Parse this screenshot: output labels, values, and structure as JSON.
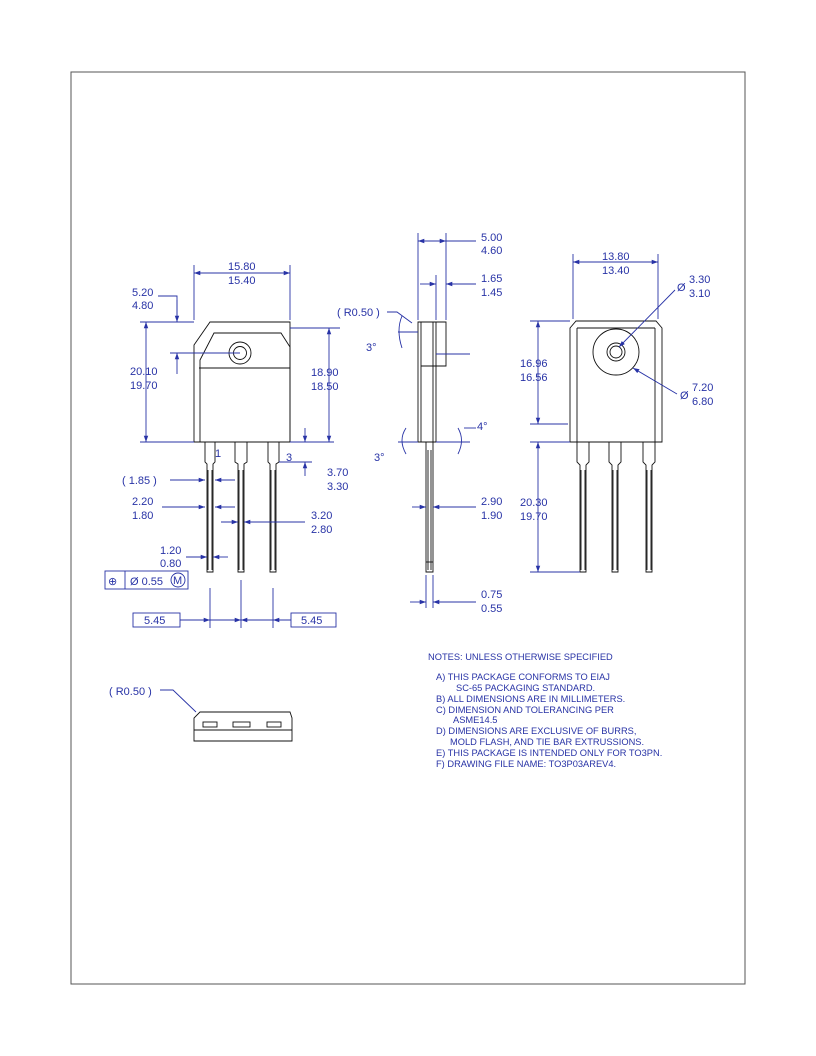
{
  "colors": {
    "frame": "#555555",
    "ink": "#2833a6",
    "outline": "#111111"
  },
  "front_view": {
    "width_top": "15.80",
    "width_bottom": "15.40",
    "hole_top": "5.20",
    "hole_bottom": "4.80",
    "height_top": "20.10",
    "height_bottom": "19.70",
    "body_top": "18.90",
    "body_bottom": "18.50",
    "pin1": "1",
    "pin3": "3",
    "pin_step_top": "3.70",
    "pin_step_bottom": "3.30",
    "lead_ref": "( 1.85 )",
    "lead_w_top": "2.20",
    "lead_w_bottom": "1.80",
    "lead_w2_top": "3.20",
    "lead_w2_bottom": "2.80",
    "lead_t_top": "1.20",
    "lead_t_bottom": "0.80",
    "tolerance_symbol": "⊕",
    "tolerance_dia": "Ø 0.55",
    "tolerance_mod": "M",
    "pitch_left": "5.45",
    "pitch_right": "5.45"
  },
  "side_view": {
    "radius": "( R0.50 )",
    "angle_a": "3°",
    "angle_b": "3°",
    "angle_c": "4°",
    "thick_top": "5.00",
    "thick_bottom": "4.60",
    "tab_top": "1.65",
    "tab_bottom": "1.45",
    "lead_top": "2.90",
    "lead_bottom": "1.90",
    "lead_t_top": "0.75",
    "lead_t_bottom": "0.55"
  },
  "back_view": {
    "width_top": "13.80",
    "width_bottom": "13.40",
    "hole_sym": "Ø",
    "hole_top": "3.30",
    "hole_bottom": "3.10",
    "ring_sym": "Ø",
    "ring_top": "7.20",
    "ring_bottom": "6.80",
    "body_top": "16.96",
    "body_bottom": "16.56",
    "lead_top": "20.30",
    "lead_bottom": "19.70"
  },
  "bottom_view": {
    "radius": "( R0.50 )"
  },
  "notes": {
    "title": "NOTES: UNLESS OTHERWISE SPECIFIED",
    "lines": [
      "A)  THIS PACKAGE CONFORMS TO EIAJ",
      "SC-65 PACKAGING STANDARD.",
      "B)  ALL DIMENSIONS ARE IN MILLIMETERS.",
      "C)  DIMENSION AND TOLERANCING PER",
      "ASME14.5",
      "D) DIMENSIONS ARE EXCLUSIVE OF BURRS,",
      "MOLD FLASH, AND TIE BAR EXTRUSSIONS.",
      "E) THIS PACKAGE IS INTENDED ONLY FOR TO3PN.",
      "F)  DRAWING FILE NAME: TO3P03AREV4."
    ]
  }
}
